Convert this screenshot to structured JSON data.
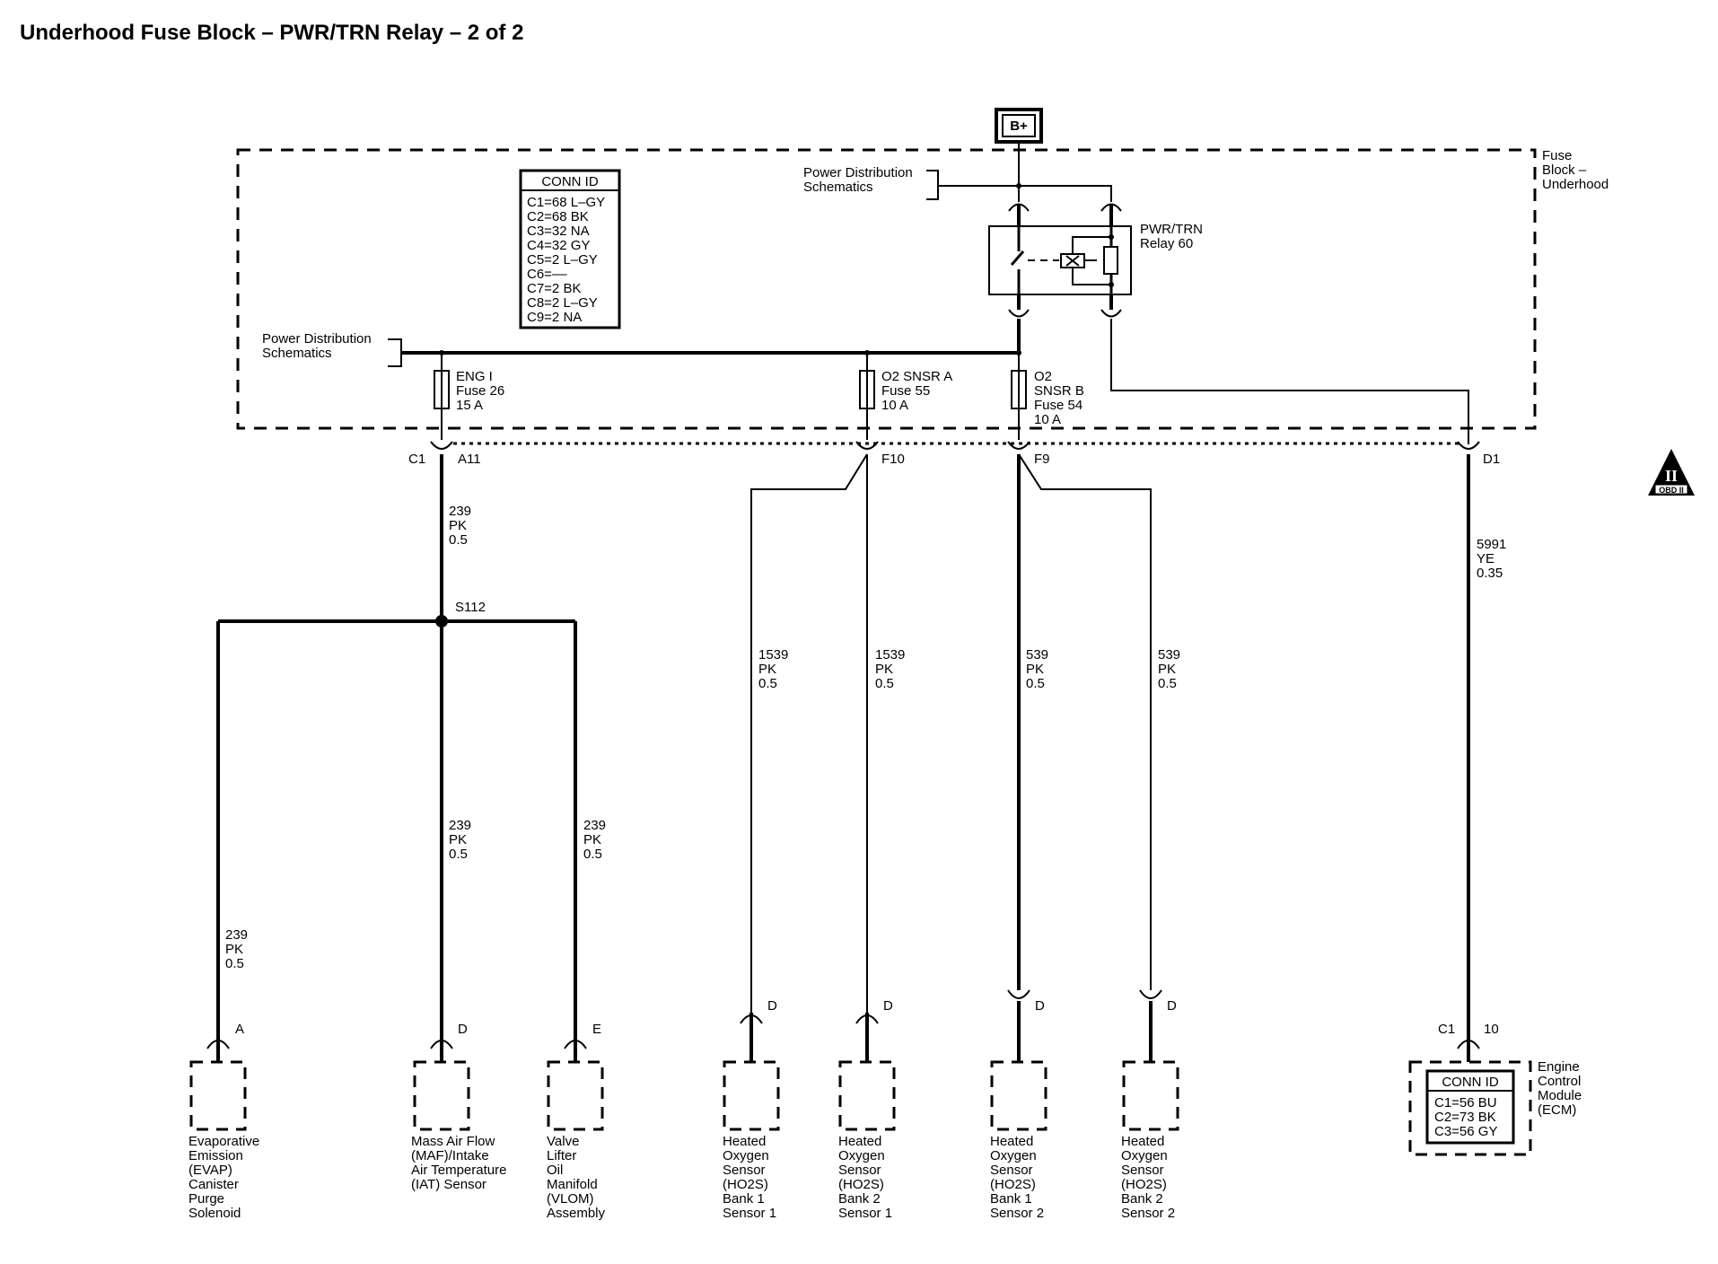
{
  "title": "Underhood Fuse Block – PWR/TRN Relay – 2 of 2",
  "battery": "B+",
  "fuse_block": {
    "label": [
      "Fuse",
      "Block –",
      "Underhood"
    ]
  },
  "conn_id_fuse_block": {
    "header": "CONN ID",
    "rows": [
      "C1=68 L–GY",
      "C2=68 BK",
      "C3=32 NA",
      "C4=32 GY",
      "C5=2 L–GY",
      "C6=––",
      "C7=2 BK",
      "C8=2 L–GY",
      "C9=2 NA"
    ]
  },
  "power_distribution_top": [
    "Power Distribution",
    "Schematics"
  ],
  "power_distribution_left": [
    "Power Distribution",
    "Schematics"
  ],
  "relay": {
    "label": [
      "PWR/TRN",
      "Relay 60"
    ]
  },
  "fuses": [
    {
      "label": [
        "ENG I",
        "Fuse 26",
        "15 A"
      ]
    },
    {
      "label": [
        "O2 SNSR A",
        "Fuse 55",
        "10 A"
      ]
    },
    {
      "label": [
        "O2",
        "SNSR B",
        "Fuse 54",
        "10 A"
      ]
    }
  ],
  "connectors": {
    "c1": "C1",
    "a11": "A11",
    "f10": "F10",
    "f9": "F9",
    "d1": "D1"
  },
  "obd_icon": {
    "symbol": "II",
    "text": "OBD II"
  },
  "splice": "S112",
  "wires": {
    "w239_main": [
      "239",
      "PK",
      "0.5"
    ],
    "w239_evap": [
      "239",
      "PK",
      "0.5"
    ],
    "w239_maf": [
      "239",
      "PK",
      "0.5"
    ],
    "w239_vlom": [
      "239",
      "PK",
      "0.5"
    ],
    "w1539_a": [
      "1539",
      "PK",
      "0.5"
    ],
    "w1539_b": [
      "1539",
      "PK",
      "0.5"
    ],
    "w539_a": [
      "539",
      "PK",
      "0.5"
    ],
    "w539_b": [
      "539",
      "PK",
      "0.5"
    ],
    "w5991": [
      "5991",
      "YE",
      "0.35"
    ]
  },
  "pins": {
    "evap": "A",
    "maf": "D",
    "vlom": "E",
    "ho2s_b1s1": "D",
    "ho2s_b2s1": "D",
    "ho2s_b1s2": "D",
    "ho2s_b2s2": "D",
    "ecm_conn": "C1",
    "ecm_pin": "10"
  },
  "components": {
    "evap": [
      "Evaporative",
      "Emission",
      "(EVAP)",
      "Canister",
      "Purge",
      "Solenoid"
    ],
    "maf": [
      "Mass Air Flow",
      "(MAF)/Intake",
      "Air Temperature",
      "(IAT) Sensor"
    ],
    "vlom": [
      "Valve",
      "Lifter",
      "Oil",
      "Manifold",
      "(VLOM)",
      "Assembly"
    ],
    "ho2s_b1s1": [
      "Heated",
      "Oxygen",
      "Sensor",
      "(HO2S)",
      "Bank 1",
      "Sensor 1"
    ],
    "ho2s_b2s1": [
      "Heated",
      "Oxygen",
      "Sensor",
      "(HO2S)",
      "Bank 2",
      "Sensor 1"
    ],
    "ho2s_b1s2": [
      "Heated",
      "Oxygen",
      "Sensor",
      "(HO2S)",
      "Bank 1",
      "Sensor 2"
    ],
    "ho2s_b2s2": [
      "Heated",
      "Oxygen",
      "Sensor",
      "(HO2S)",
      "Bank 2",
      "Sensor 2"
    ],
    "ecm": [
      "Engine",
      "Control",
      "Module",
      "(ECM)"
    ]
  },
  "conn_id_ecm": {
    "header": "CONN ID",
    "rows": [
      "C1=56 BU",
      "C2=73 BK",
      "C3=56 GY"
    ]
  }
}
